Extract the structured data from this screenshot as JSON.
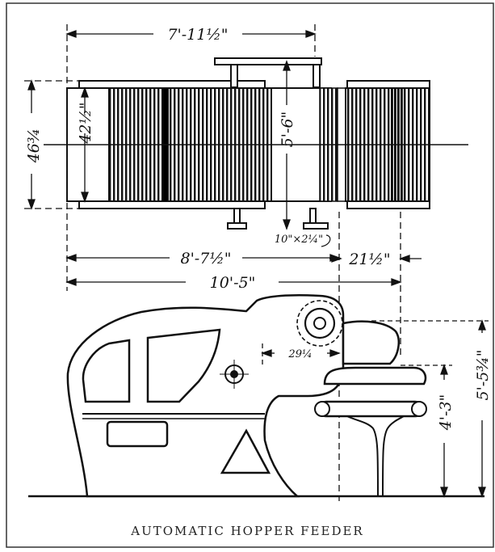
{
  "caption": "AUTOMATIC HOPPER FEEDER",
  "dimensions": {
    "top_width": "7'-11½\"",
    "outer_height": "46¾",
    "inner_height": "42½\"",
    "shaft_length": "5'-6\"",
    "flange": "10\"×2¼\"",
    "hopper_length": "8'-7½\"",
    "extension": "21½\"",
    "overall_length": "10'-5\"",
    "roller_offset": "29¼",
    "feed_height": "4'-3\"",
    "overall_height": "5'-5¾\""
  }
}
